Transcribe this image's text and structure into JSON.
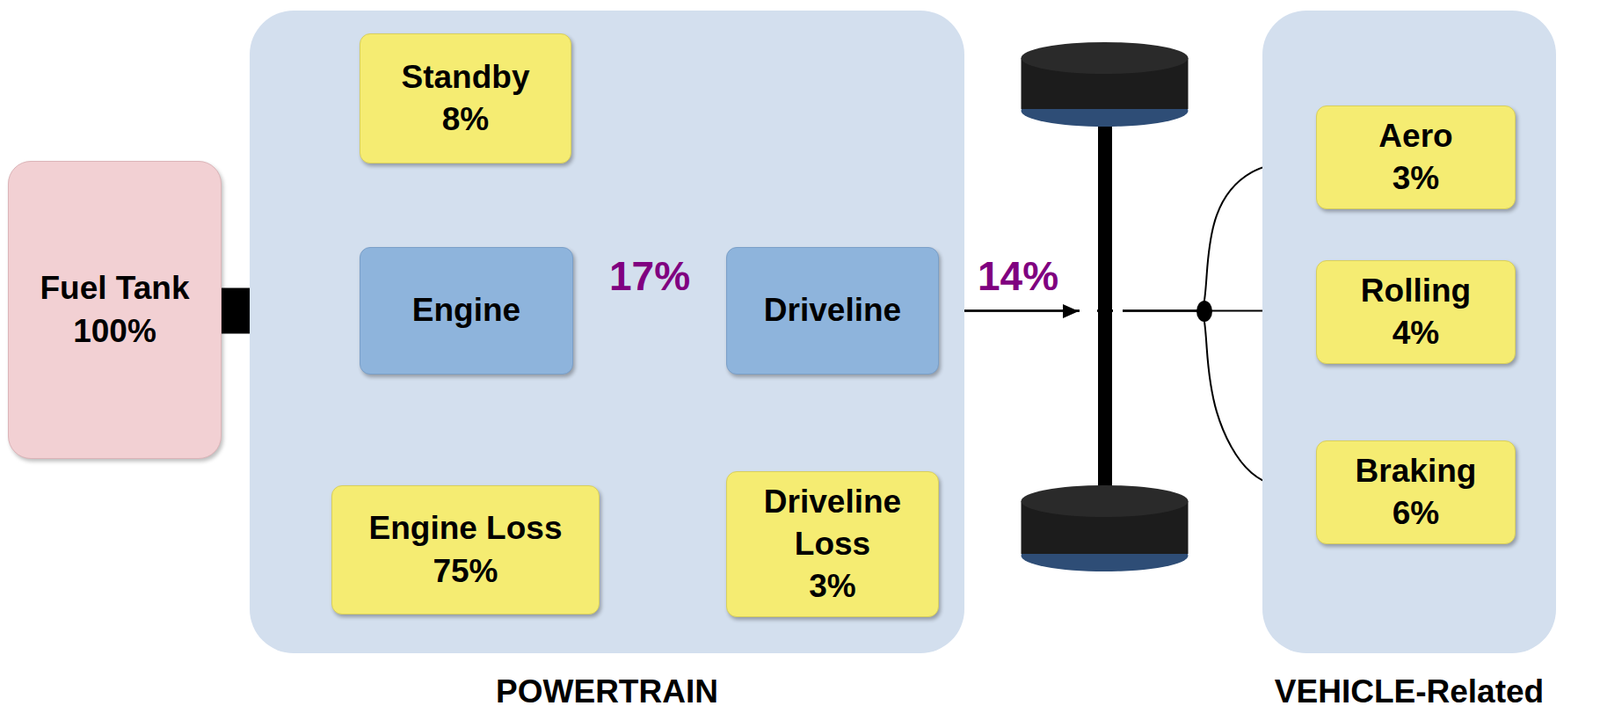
{
  "diagram": {
    "nodes": [
      {
        "text": [
          "POWERTRAIN"
        ]
      },
      {
        "text": [
          "VEHICLE-Related"
        ]
      },
      {
        "text": [
          "Fuel Tank",
          "100%"
        ]
      },
      {
        "text": [
          "Standby",
          "8%"
        ],
        "in": 0
      },
      {
        "text": [
          "Engine"
        ],
        "in": 0
      },
      {
        "text": [
          "Engine Loss",
          "75%"
        ],
        "in": 0
      },
      {
        "text": [
          "Driveline"
        ],
        "in": 0
      },
      {
        "text": [
          "Driveline Loss",
          "3%"
        ],
        "in": 0
      },
      {
        "text": [
          "Aero",
          "3%"
        ],
        "in": 1
      },
      {
        "text": [
          "Rolling",
          "4%"
        ],
        "in": 1
      },
      {
        "text": [
          "Braking",
          "6%"
        ],
        "in": 1
      }
    ],
    "edges": [
      {
        "from": 2,
        "to": 4,
        "arrow": "to"
      },
      {
        "from": 4,
        "to": 3,
        "arrow": "to"
      },
      {
        "from": 4,
        "to": 5,
        "arrow": "to"
      },
      {
        "from": 4,
        "to": 6,
        "arrow": "to",
        "label": "17%"
      },
      {
        "from": 6,
        "to": 7,
        "arrow": "to"
      },
      {
        "from": 6,
        "to": 8,
        "arrow": "to"
      },
      {
        "from": 6,
        "to": 9,
        "arrow": "to",
        "label": "14%"
      },
      {
        "from": 6,
        "to": 10,
        "arrow": "to"
      }
    ]
  }
}
